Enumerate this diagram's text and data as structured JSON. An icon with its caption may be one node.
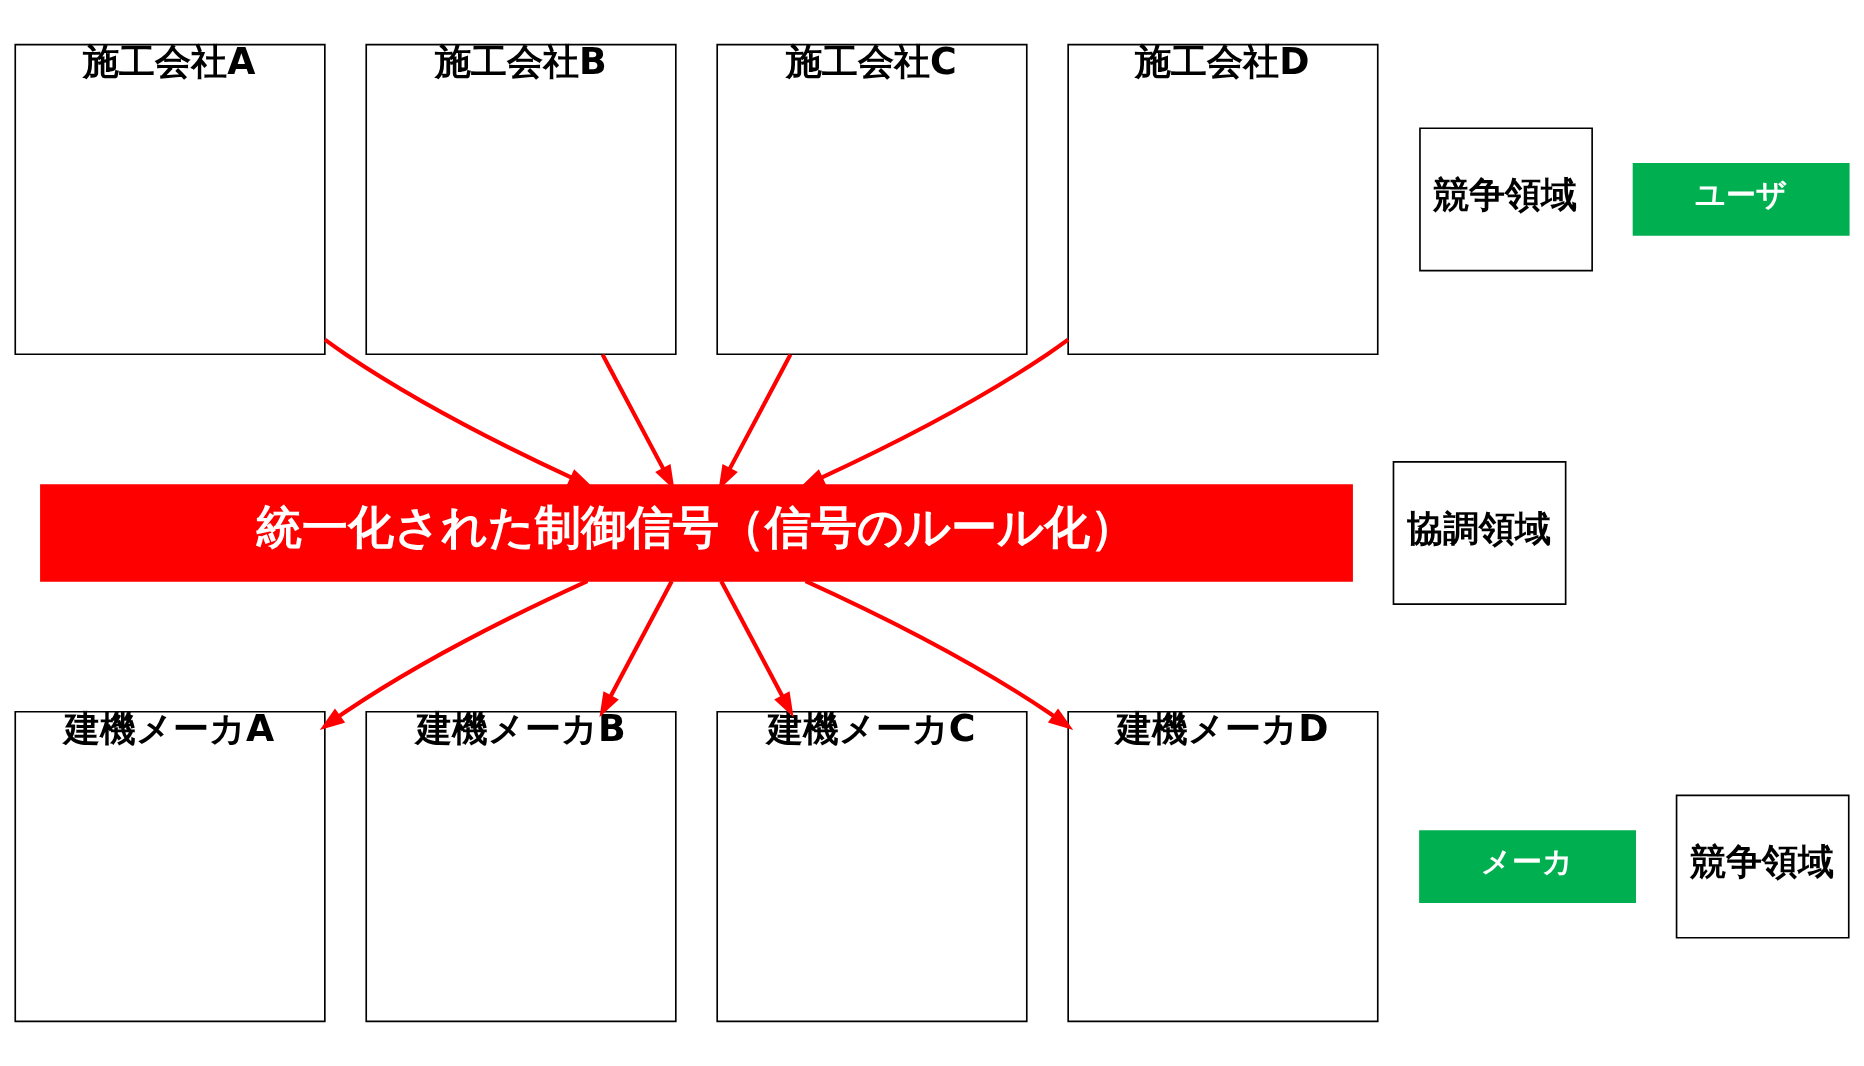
{
  "diagram": {
    "nodes": [
      {
        "text": [
          "施工会社A"
        ]
      },
      {
        "text": [
          "施工会社B"
        ]
      },
      {
        "text": [
          "施工会社C"
        ]
      },
      {
        "text": [
          "施工会社D"
        ]
      },
      {
        "text": [
          "競争領域"
        ]
      },
      {
        "text": [
          "ユーザ"
        ]
      },
      {
        "text": [
          "統一化された制御信号（信号のルール化）"
        ]
      },
      {
        "text": [
          "協調領域"
        ]
      },
      {
        "text": [
          "メーカ"
        ]
      },
      {
        "text": [
          "建機メーカA"
        ]
      },
      {
        "text": [
          "建機メーカB"
        ]
      },
      {
        "text": [
          "建機メーカC"
        ]
      },
      {
        "text": [
          "建機メーカD"
        ]
      },
      {
        "text": [
          "競争領域"
        ]
      }
    ],
    "edges": [
      {
        "from": 0,
        "to": 6,
        "arrow": "to"
      },
      {
        "from": 1,
        "to": 6,
        "arrow": "to"
      },
      {
        "from": 2,
        "to": 6,
        "arrow": "to"
      },
      {
        "from": 3,
        "to": 6,
        "arrow": "to"
      },
      {
        "from": 6,
        "to": 9,
        "arrow": "to"
      },
      {
        "from": 6,
        "to": 10,
        "arrow": "to"
      },
      {
        "from": 6,
        "to": 11,
        "arrow": "to"
      },
      {
        "from": 6,
        "to": 12,
        "arrow": "to"
      }
    ]
  }
}
